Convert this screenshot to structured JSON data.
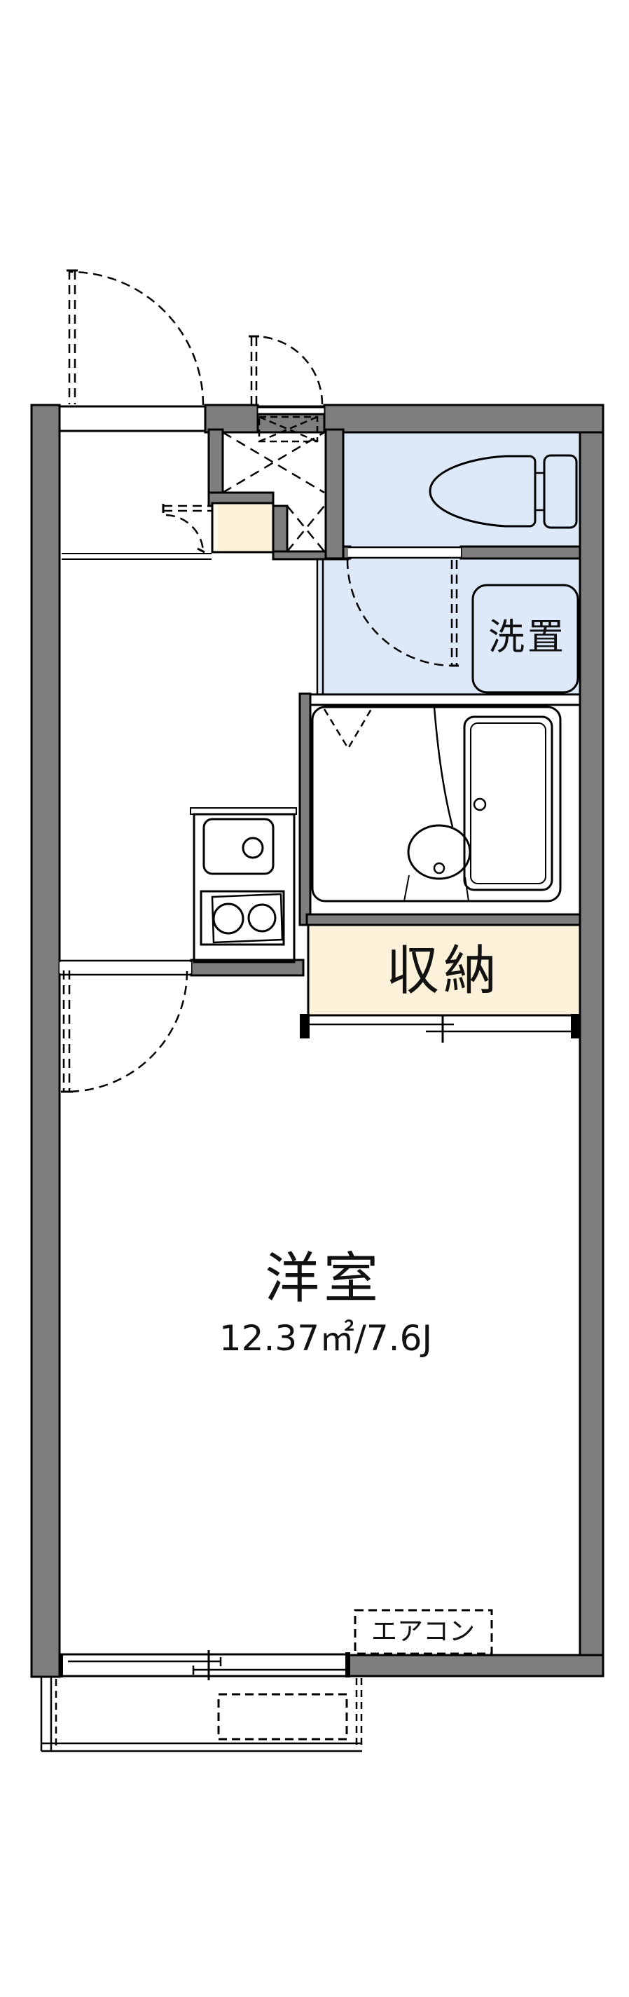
{
  "labels": {
    "main_room": "洋室",
    "main_room_area": "12.37㎡/7.6J",
    "closet": "収納",
    "laundry_space": "洗置",
    "air_conditioner": "エアコン"
  },
  "colors": {
    "wall": "#7e7e7e",
    "water_area": "#dde9f8",
    "wood_area": "#fcf2d9",
    "line": "#000000",
    "background": "#ffffff"
  }
}
